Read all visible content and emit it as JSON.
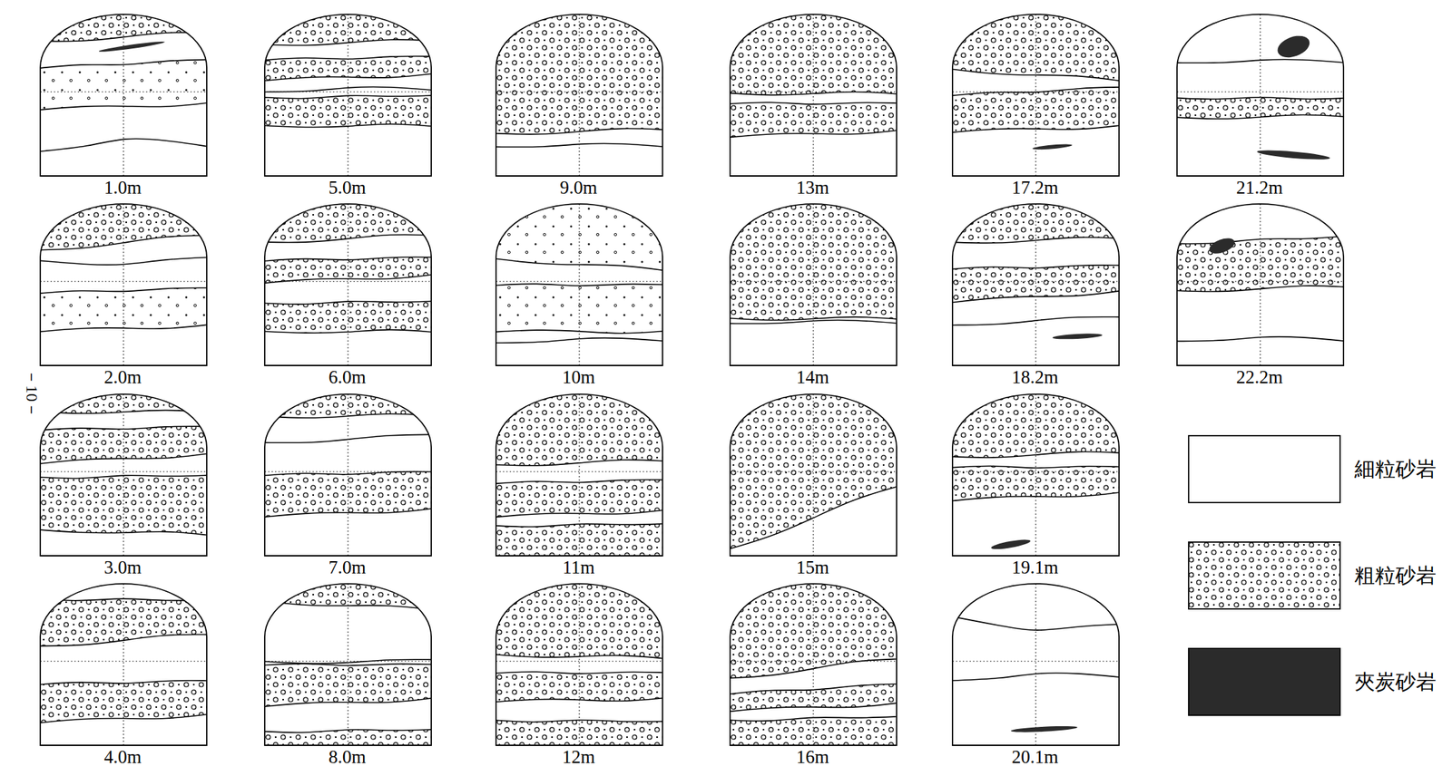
{
  "diagram": {
    "nodes": [
      {
        "text": [
          "1.0m"
        ]
      },
      {
        "text": [
          "2.0m"
        ]
      },
      {
        "text": [
          "3.0m"
        ]
      },
      {
        "text": [
          "4.0m"
        ]
      },
      {
        "text": [
          "5.0m"
        ]
      },
      {
        "text": [
          "6.0m"
        ]
      },
      {
        "text": [
          "7.0m"
        ]
      },
      {
        "text": [
          "8.0m"
        ]
      },
      {
        "text": [
          "9.0m"
        ]
      },
      {
        "text": [
          "10m"
        ]
      },
      {
        "text": [
          "11m"
        ]
      },
      {
        "text": [
          "12m"
        ]
      },
      {
        "text": [
          "13m"
        ]
      },
      {
        "text": [
          "14m"
        ]
      },
      {
        "text": [
          "15m"
        ]
      },
      {
        "text": [
          "16m"
        ]
      },
      {
        "text": [
          "17.2m"
        ]
      },
      {
        "text": [
          "18.2m"
        ]
      },
      {
        "text": [
          "19.1m"
        ]
      },
      {
        "text": [
          "20.1m"
        ]
      },
      {
        "text": [
          "21.2m"
        ]
      },
      {
        "text": [
          "22.2m"
        ]
      }
    ],
    "labels": [
      "－10－"
    ],
    "legend": [
      {
        "text": "細粒砂岩",
        "color": "#ffffff"
      },
      {
        "text": "粗粒砂岩"
      },
      {
        "text": "夾炭砂岩",
        "color": "#2b2b2b"
      }
    ]
  }
}
